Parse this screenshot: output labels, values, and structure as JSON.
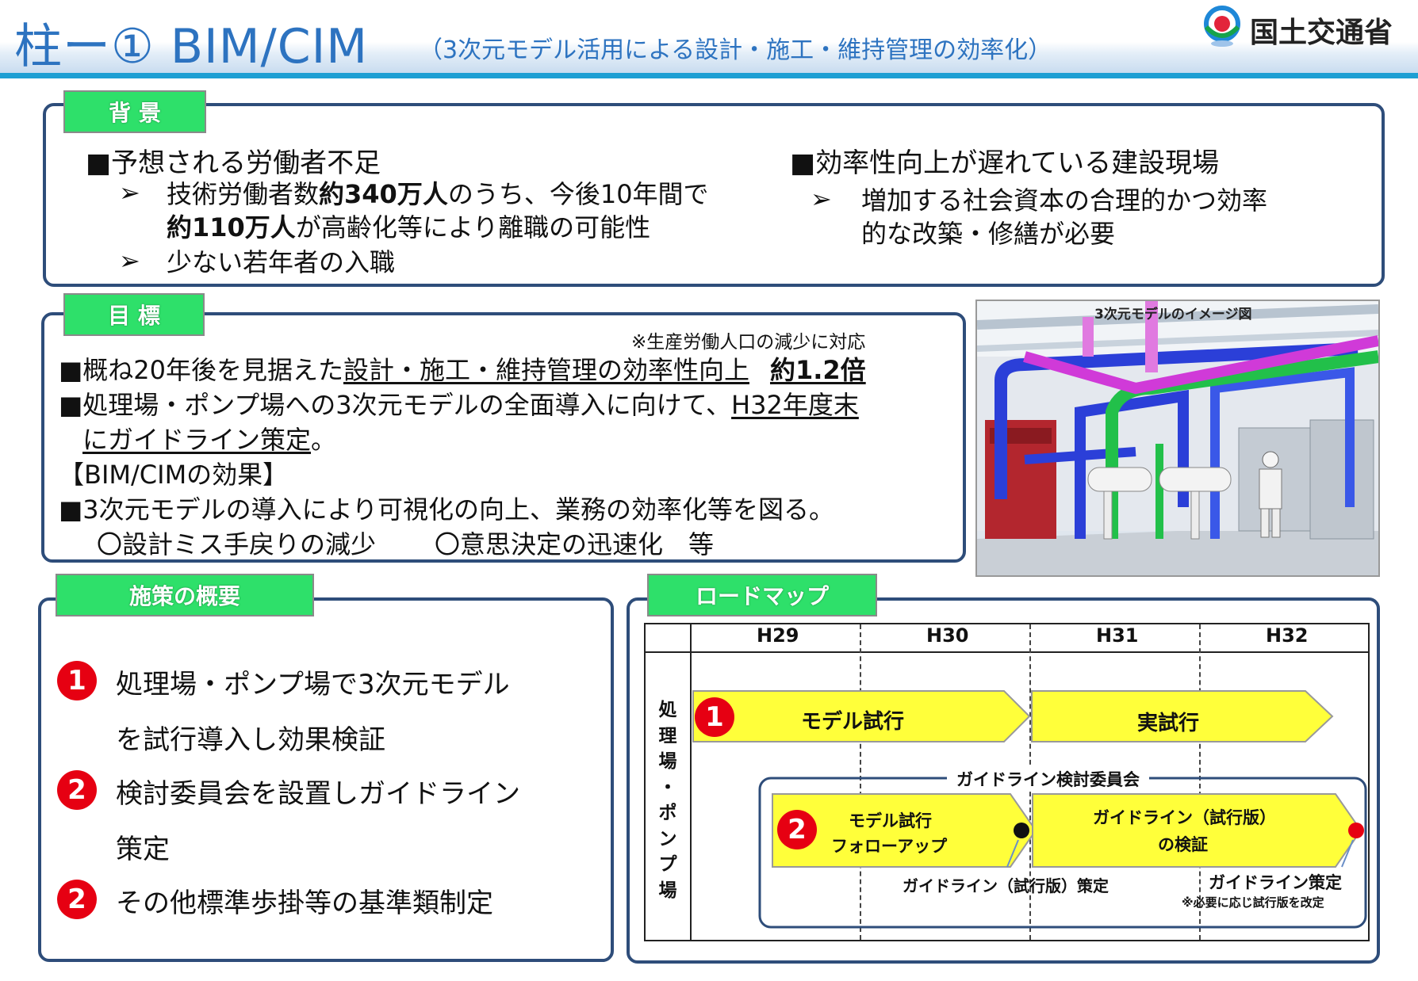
{
  "header": {
    "title": "柱ー① BIM/CIM",
    "subtitle": "（3次元モデル活用による設計・施工・維持管理の効率化）",
    "ministry": "国土交通省"
  },
  "background": {
    "tag": "背 景",
    "left_heading": "■予想される労働者不足",
    "left_b1_pre": "技術労働者数",
    "left_b1_bold1": "約340万人",
    "left_b1_mid": "のうち、今後10年間で",
    "left_b1_bold2": "約110万人",
    "left_b1_post": "が高齢化等により離職の可能性",
    "left_b2": "少ない若年者の入職",
    "right_heading": "■効率性向上が遅れている建設現場",
    "right_b1_l1": "増加する社会資本の合理的かつ効率",
    "right_b1_l2": "的な改築・修繕が必要",
    "arrow": "➢"
  },
  "goal": {
    "tag": "目 標",
    "note": "※生産労働人口の減少に対応",
    "l1_pre": "■概ね20年後を見据えた",
    "l1_u": "設計・施工・維持管理の効率性向上",
    "l1_bold": "約1.2倍",
    "l2_pre": "■処理場・ポンプ場への3次元モデルの全面導入に向けて、",
    "l2_u": "H32年度末",
    "l3_u": "にガイドライン策定",
    "l3_post": "。",
    "l4": "【BIM/CIMの効果】",
    "l5": "■3次元モデルの導入により可視化の向上、業務の効率化等を図る。",
    "l6a": "〇設計ミス手戻りの減少",
    "l6b": "〇意思決定の迅速化　等"
  },
  "image": {
    "caption": "3次元モデルのイメージ図"
  },
  "measures": {
    "tag": "施策の概要",
    "items": [
      {
        "num": "1",
        "l1": "処理場・ポンプ場で3次元モデル",
        "l2": "を試行導入し効果検証"
      },
      {
        "num": "2",
        "l1": "検討委員会を設置しガイドライン",
        "l2": "策定"
      },
      {
        "num": "2",
        "l1": "その他標準歩掛等の基準類制定",
        "l2": ""
      }
    ]
  },
  "roadmap": {
    "tag": "ロードマップ",
    "years": [
      "H29",
      "H30",
      "H31",
      "H32"
    ],
    "row_label": [
      "処",
      "理",
      "場",
      "・",
      "ポ",
      "ン",
      "プ",
      "場"
    ],
    "row1": {
      "num": "1",
      "a1": "モデル試行",
      "a2": "実試行"
    },
    "committee": "ガイドライン検討委員会",
    "row2": {
      "num": "2",
      "a1_l1": "モデル試行",
      "a1_l2": "フォローアップ",
      "a2_l1": "ガイドライン（試行版）",
      "a2_l2": "の検証"
    },
    "m1_label": "ガイドライン（試行版）策定",
    "m2_label": "ガイドライン策定",
    "m2_note": "※必要に応じ試行版を改定"
  }
}
